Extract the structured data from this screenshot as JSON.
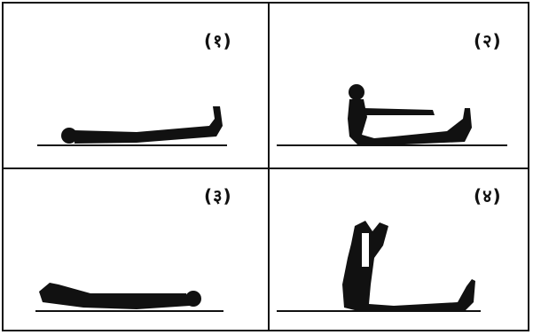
{
  "panels": [
    {
      "label": "(१)"
    },
    {
      "label": "(२)"
    },
    {
      "label": "(३)"
    },
    {
      "label": "(४)"
    }
  ]
}
